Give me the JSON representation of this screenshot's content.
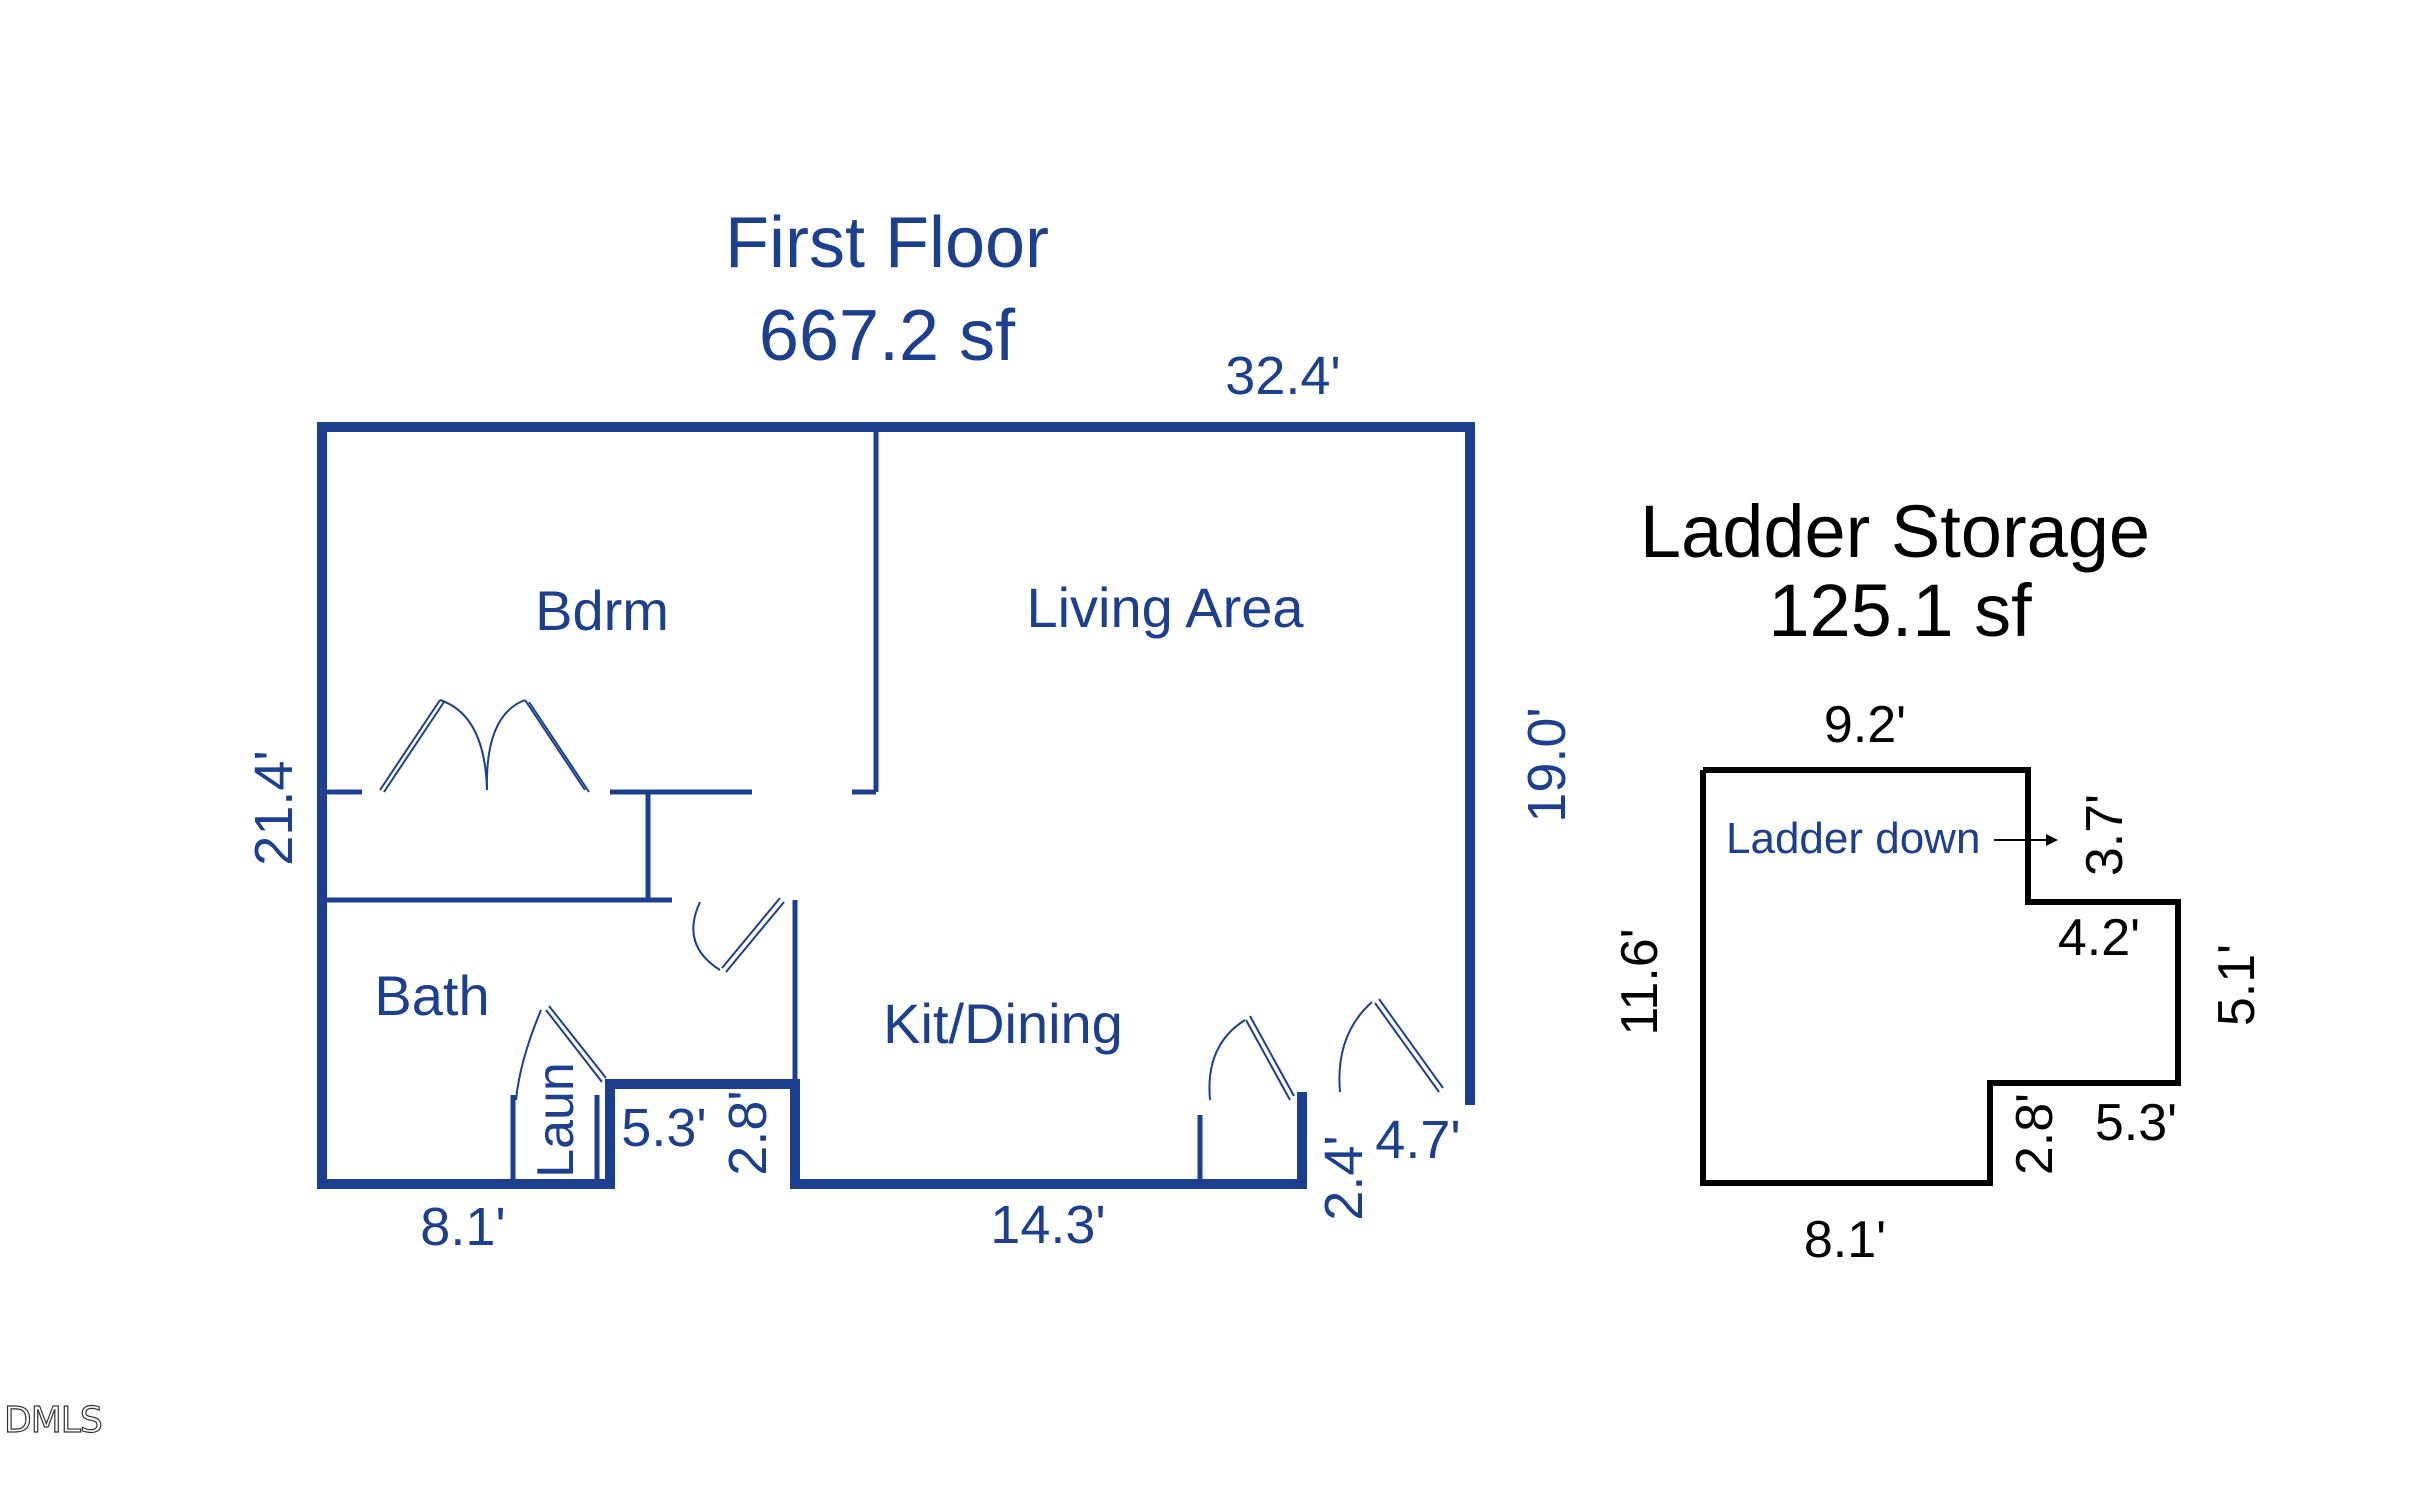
{
  "colors": {
    "first_floor": "#1c3f8f",
    "ladder_storage": "#000000",
    "background": "#ffffff"
  },
  "first_floor": {
    "title": "First Floor",
    "area": "667.2 sf",
    "rooms": {
      "bedroom": "Bdrm",
      "living": "Living Area",
      "bath": "Bath",
      "kitchen": "Kit/Dining",
      "laundry": "Laun"
    },
    "dimensions": {
      "top": "32.4'",
      "left": "21.4'",
      "right": "19.0'",
      "bottom_left": "8.1'",
      "bottom_mid": "14.3'",
      "notch_width": "5.3'",
      "notch_depth": "2.8'",
      "step_height": "2.4'",
      "step_width": "4.7'"
    }
  },
  "ladder_storage": {
    "title": "Ladder Storage",
    "area": "125.1 sf",
    "note": "Ladder down",
    "dimensions": {
      "top": "9.2'",
      "upper_right": "3.7'",
      "ledge": "4.2'",
      "right": "5.1'",
      "left": "11.6'",
      "notch_depth": "2.8'",
      "notch_width": "5.3'",
      "bottom": "8.1'"
    }
  },
  "watermark": "DMLS"
}
